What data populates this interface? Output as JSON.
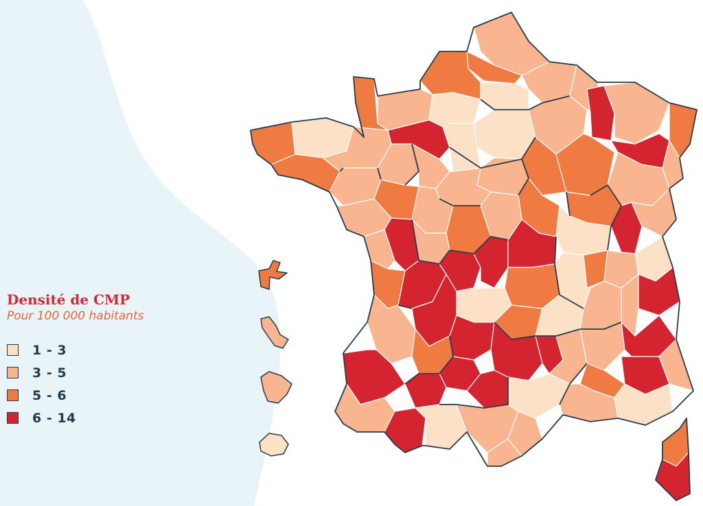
{
  "legend": {
    "title": "Densité de CMP",
    "subtitle": "Pour 100 000 habitants",
    "items": [
      {
        "label": "1 - 3",
        "color": "#fde1c6"
      },
      {
        "label": "3 - 5",
        "color": "#f8b590"
      },
      {
        "label": "5 - 6",
        "color": "#f07b42"
      },
      {
        "label": "6 - 14",
        "color": "#d42430"
      }
    ]
  },
  "colors": {
    "background_blob": "#e9f4f8",
    "border_regions": "#243b4a",
    "border_departments": "#ffffff"
  }
}
